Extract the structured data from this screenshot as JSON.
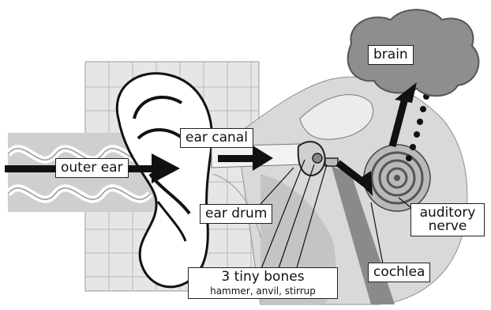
{
  "labels": {
    "outer_ear": "outer ear",
    "ear_canal": "ear canal",
    "ear_drum": "ear drum",
    "tiny_bones": "3 tiny bones",
    "tiny_bones_sub": "hammer, anvil, stirrup",
    "brain": "brain",
    "auditory_nerve_line1": "auditory",
    "auditory_nerve_line2": "nerve",
    "cochlea": "cochlea"
  },
  "colors": {
    "ink": "#111111",
    "gray_light": "#d6d6d6",
    "gray_mid": "#a9a9a9",
    "gray_dark": "#6b6b6b",
    "white": "#ffffff"
  },
  "icons": [
    "sound-wave-icon",
    "ear-icon",
    "brain-icon",
    "cochlea-icon",
    "arrow-icon"
  ]
}
